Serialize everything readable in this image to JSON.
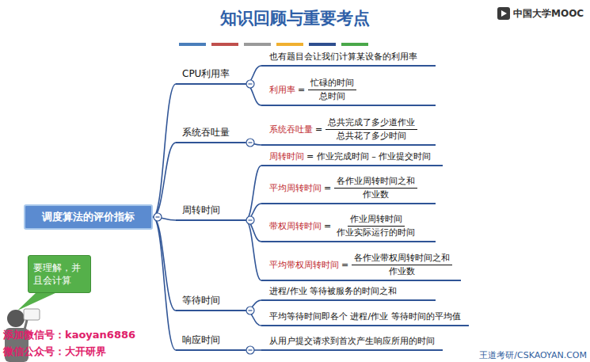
{
  "diagram": {
    "title": "知识回顾与重要考点",
    "nodes": [
      {
        "text": [
          "调度算法的评价指标"
        ]
      },
      {
        "text": [
          "CPU利用率"
        ]
      },
      {
        "text": [
          "也有题目会让我们计算某设备的利用率"
        ]
      },
      {
        "text": [
          "利用率",
          "=",
          "忙碌的时间",
          "总时间"
        ]
      },
      {
        "text": [
          "系统吞吐量"
        ]
      },
      {
        "text": [
          "系统吞吐量",
          "=",
          "总共完成了多少道作业",
          "总共花了多少时间"
        ]
      },
      {
        "text": [
          "周转时间"
        ]
      },
      {
        "text": [
          "周转时间",
          "= 作业完成时间 – 作业提交时间"
        ]
      },
      {
        "text": [
          "平均周转时间",
          "=",
          "各作业周转时间之和",
          "作业数"
        ]
      },
      {
        "text": [
          "带权周转时间",
          "=",
          "作业周转时间",
          "作业实际运行的时间"
        ]
      },
      {
        "text": [
          "平均带权周转时间",
          "=",
          "各作业带权周转时间之和",
          "作业数"
        ]
      },
      {
        "text": [
          "等待时间"
        ]
      },
      {
        "text": [
          "进程/作业 等待被服务的时间之和"
        ]
      },
      {
        "text": [
          "平均等待时间即各个 进程/作业 等待时间的平均值"
        ]
      },
      {
        "text": [
          "响应时间"
        ]
      },
      {
        "text": [
          "从用户提交请求到首次产生响应所用的时间"
        ]
      },
      {
        "text": [
          "要理解，并且会计算"
        ]
      }
    ],
    "edges": [
      {
        "from": 0,
        "to": 1,
        "arrow": "none"
      },
      {
        "from": 0,
        "to": 4,
        "arrow": "none"
      },
      {
        "from": 0,
        "to": 6,
        "arrow": "none"
      },
      {
        "from": 0,
        "to": 11,
        "arrow": "none"
      },
      {
        "from": 0,
        "to": 14,
        "arrow": "none"
      },
      {
        "from": 1,
        "to": 2,
        "arrow": "none"
      },
      {
        "from": 1,
        "to": 3,
        "arrow": "none"
      },
      {
        "from": 4,
        "to": 5,
        "arrow": "none"
      },
      {
        "from": 6,
        "to": 7,
        "arrow": "none"
      },
      {
        "from": 6,
        "to": 8,
        "arrow": "none"
      },
      {
        "from": 6,
        "to": 9,
        "arrow": "none"
      },
      {
        "from": 6,
        "to": 10,
        "arrow": "none"
      },
      {
        "from": 11,
        "to": 12,
        "arrow": "none"
      },
      {
        "from": 11,
        "to": 13,
        "arrow": "none"
      },
      {
        "from": 14,
        "to": 15,
        "arrow": "none"
      }
    ],
    "labels": [
      "中国大学MOOC",
      "添加微信号：kaoyan6886",
      "微信公众号：大开研界",
      "王道考研/CSKAOYAN.COM"
    ]
  }
}
